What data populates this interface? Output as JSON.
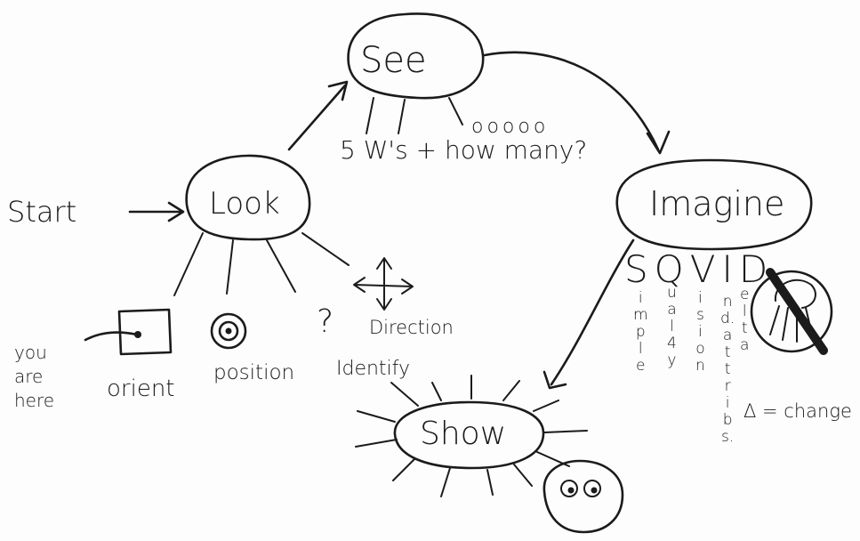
{
  "nodes": {
    "see": "See",
    "look": "Look",
    "imagine": "Imagine",
    "show": "Show"
  },
  "labels": {
    "start": "Start",
    "see_detail": "5 W's + how many?",
    "see_circles": "ooooo",
    "direction": "Direction",
    "question_mark": "?",
    "identify": "Identify",
    "position": "position",
    "orient": "orient",
    "you_are_here": [
      "you",
      "are",
      "here"
    ],
    "change": "Δ = change"
  },
  "sqvid": {
    "title": "SQVID",
    "columns": [
      [
        "i",
        "m",
        "p",
        "l",
        "e"
      ],
      [
        "u",
        "a",
        "l",
        "4",
        "y"
      ],
      [
        "i",
        "s",
        "i",
        "o",
        "n"
      ],
      [
        "n",
        "d.",
        "a",
        "t",
        "t",
        "r",
        "i",
        "b",
        "s."
      ],
      [
        "e",
        "l",
        "t",
        "a"
      ]
    ]
  }
}
